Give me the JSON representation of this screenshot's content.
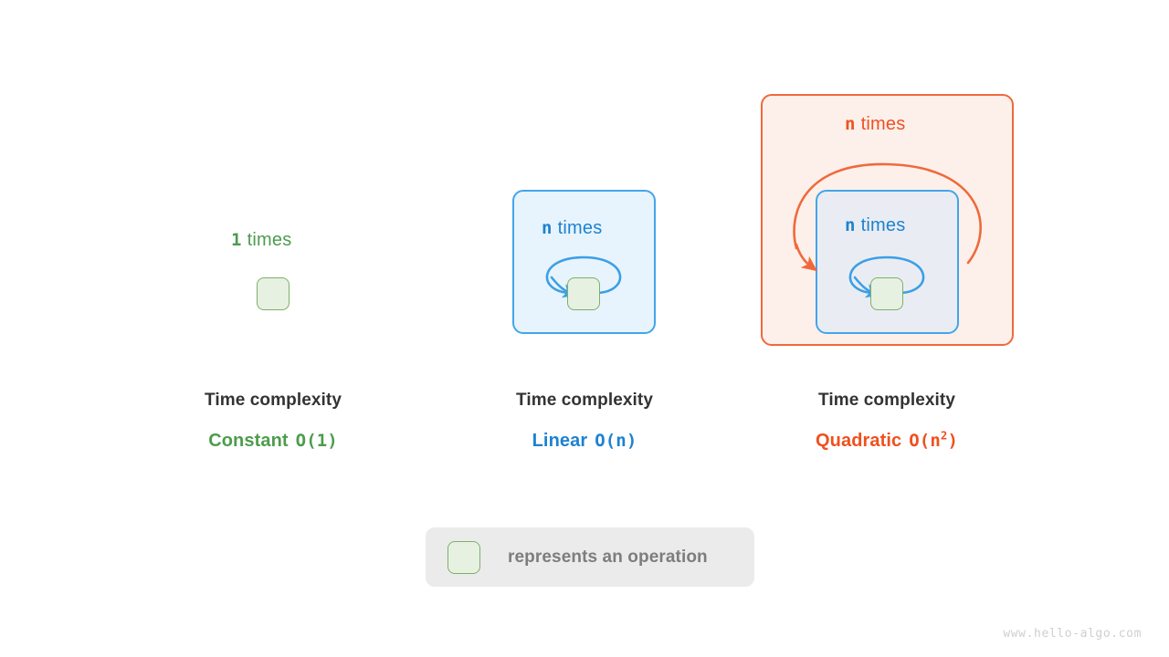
{
  "diagram": {
    "title_watermark": "www.hello-algo.com",
    "columns": [
      {
        "id": "constant",
        "loop_label_count": "1",
        "loop_label_word": "times",
        "caption_title": "Time complexity",
        "caption_name": "Constant",
        "caption_bigo": "O(1)",
        "bigo_base": "O(1)",
        "bigo_sup": "",
        "accent_color": "#4d9c4d"
      },
      {
        "id": "linear",
        "loop_label_count": "n",
        "loop_label_word": "times",
        "caption_title": "Time complexity",
        "caption_name": "Linear",
        "caption_bigo": "O(n)",
        "bigo_base": "O(n)",
        "bigo_sup": "",
        "accent_color": "#1d82d1"
      },
      {
        "id": "quadratic",
        "outer_label_count": "n",
        "outer_label_word": "times",
        "loop_label_count": "n",
        "loop_label_word": "times",
        "caption_title": "Time complexity",
        "caption_name": "Quadratic",
        "caption_bigo": "O(n2)",
        "bigo_base": "O(n",
        "bigo_sup": "2",
        "bigo_tail": ")",
        "accent_color": "#f0501e"
      }
    ],
    "legend": {
      "text": "represents an operation",
      "swatch_fill": "#e7f1e2",
      "swatch_border": "#7cb069",
      "background": "#ebebeb"
    },
    "palette": {
      "green_text": "#4d9c4d",
      "green_box_fill": "#e7f1e2",
      "green_box_border": "#7cb069",
      "blue_text": "#1d82d1",
      "blue_box_fill": "#e7f4fd",
      "blue_box_fill_nested": "#e9edf3",
      "blue_border": "#43a5ea",
      "orange_text": "#ef5022",
      "orange_box_fill": "#fdf0ea",
      "orange_border": "#f0693c",
      "caption_title_color": "#333333",
      "legend_text_color": "#7d7d7d",
      "watermark_color": "#cfcfcf",
      "background": "#ffffff"
    }
  }
}
